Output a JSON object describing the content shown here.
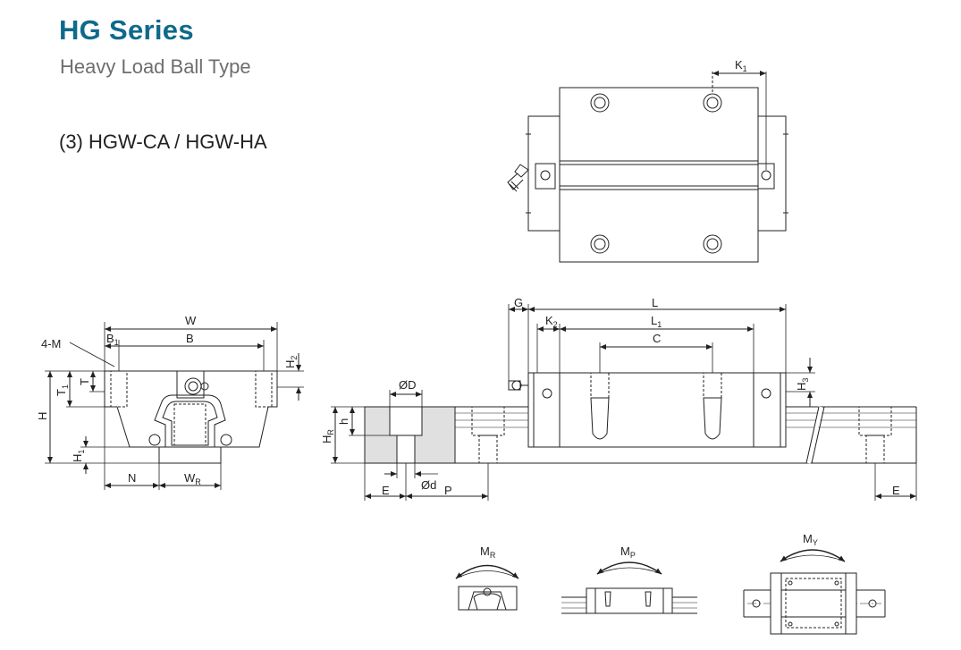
{
  "header": {
    "title": "HG Series",
    "subtitle": "Heavy Load Ball Type",
    "section": "(3) HGW-CA / HGW-HA"
  },
  "colors": {
    "title": "#0f6a8b",
    "subtitle": "#6d6e71",
    "line": "#231f20",
    "hatch": "#e0e0e0"
  },
  "top_view": {
    "dims": {
      "k1": "K",
      "k1_sub": "1"
    }
  },
  "front_view": {
    "dims": {
      "w": "W",
      "b": "B",
      "b1": "B",
      "b1_sub": "1",
      "m": "4-M",
      "h2": "H",
      "h2_sub": "2",
      "t": "T",
      "t1": "T",
      "t1_sub": "1",
      "h": "H",
      "h1": "H",
      "h1_sub": "1",
      "n": "N",
      "wr": "W",
      "wr_sub": "R"
    }
  },
  "side_view": {
    "dims": {
      "g": "G",
      "l": "L",
      "k2": "K",
      "k2_sub": "2",
      "l1": "L",
      "l1_sub": "1",
      "c": "C",
      "h3": "H",
      "h3_sub": "3",
      "phi_d_big": "ØD",
      "phi_d_small": "Ød",
      "h_small": "h",
      "hr": "H",
      "hr_sub": "R",
      "e_left": "E",
      "p": "P",
      "e_right": "E"
    }
  },
  "moments": [
    {
      "label": "M",
      "sub": "R"
    },
    {
      "label": "M",
      "sub": "P"
    },
    {
      "label": "M",
      "sub": "Y"
    }
  ]
}
